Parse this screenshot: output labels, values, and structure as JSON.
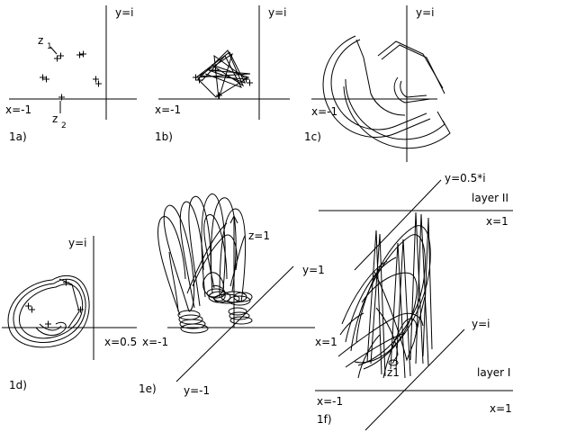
{
  "colors": {
    "ink": "#000000",
    "background": "#ffffff"
  },
  "panels": [
    {
      "id": "1a",
      "label": "1a)",
      "axis_x": "x=-1",
      "axis_y": "y=i",
      "point_labels": [
        "z",
        "1",
        "z",
        "2"
      ]
    },
    {
      "id": "1b",
      "label": "1b)",
      "axis_x": "x=-1",
      "axis_y": "y=i"
    },
    {
      "id": "1c",
      "label": "1c)",
      "axis_x": "x=-1",
      "axis_y": "y=i"
    },
    {
      "id": "1d",
      "label": "1d)",
      "axis_x": "x=0.5",
      "axis_y": "y=i"
    },
    {
      "id": "1e",
      "label": "1e)",
      "axis_neg_x": "x=-1",
      "axis_pos_x": "x=1",
      "axis_pos_y": "y=1",
      "axis_neg_y": "y=-1",
      "axis_z": "z=1"
    },
    {
      "id": "1f",
      "label": "1f)",
      "layer_top_y": "y=0.5*i",
      "layer_top_name": "layer II",
      "layer_top_x": "x=1",
      "layer_bottom_y": "y=i",
      "layer_bottom_name": "layer I",
      "layer_bottom_neg_x": "x=-1",
      "layer_bottom_x": "x=1",
      "point_label": "z1"
    }
  ]
}
